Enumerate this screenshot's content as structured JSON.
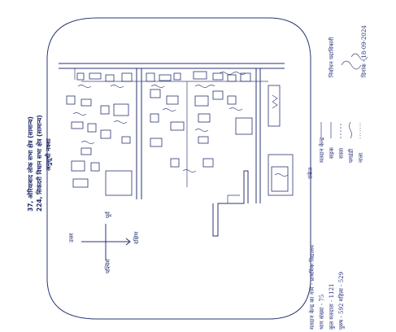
{
  "map": {
    "title_line1": "37, ओरियाबाद लोक सभा क्षेत्र (सामान्य)",
    "title_line2": "224, सिकंदरी विधान सभा क्षेत्र (सामान्य)",
    "title_line3": "अनुसूची नक्शा"
  },
  "compass": {
    "north": "उत्तर",
    "south": "दक्षिण",
    "east": "पूर्व",
    "west": "पश्चिम"
  },
  "legend": {
    "items": [
      "संकेत",
      "मतदान केन्द्र",
      "सड़क",
      "रास्ता",
      "पगडंडी",
      "नाला"
    ]
  },
  "signature_block": {
    "name": "निर्वाचन पदाधिकारी",
    "date": "दिनांक - 18-09-2024"
  },
  "bottom_notes": {
    "line1": "मतदान केन्द्र का नाम - प्राथमिक विद्यालय",
    "line2": "भाग संख्या - 75",
    "line3": "कुल मतदाता - 1121",
    "line4": "पुरुष - 592   महिला - 529"
  },
  "colors": {
    "ink": "#23307a",
    "paper": "#ffffff"
  }
}
